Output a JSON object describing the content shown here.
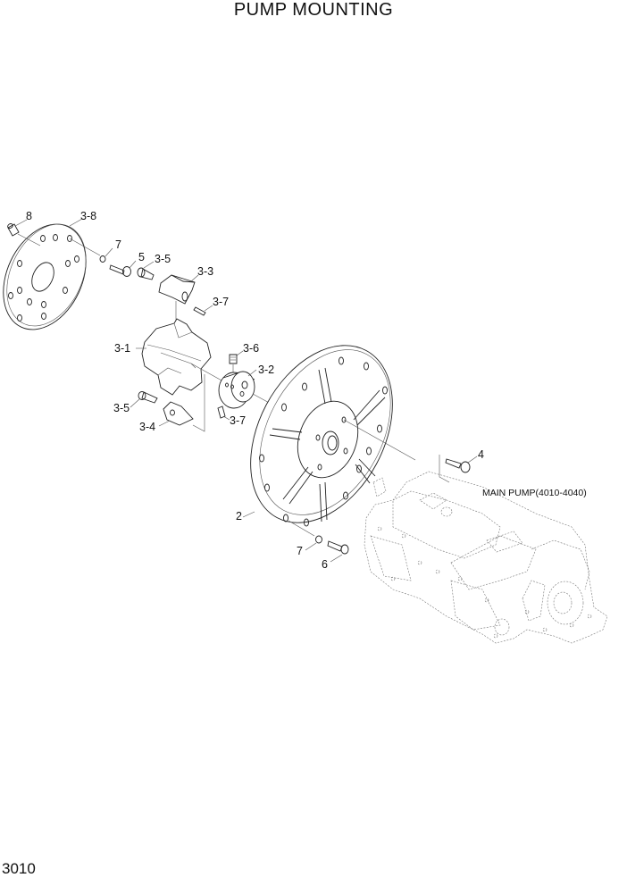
{
  "page": {
    "title": "PUMP MOUNTING",
    "page_number": "3010"
  },
  "callouts": [
    {
      "id": "8",
      "label": "8"
    },
    {
      "id": "3-8",
      "label": "3-8"
    },
    {
      "id": "7a",
      "label": "7"
    },
    {
      "id": "5",
      "label": "5"
    },
    {
      "id": "3-5a",
      "label": "3-5"
    },
    {
      "id": "3-3",
      "label": "3-3"
    },
    {
      "id": "3-7a",
      "label": "3-7"
    },
    {
      "id": "3-1",
      "label": "3-1"
    },
    {
      "id": "3-6",
      "label": "3-6"
    },
    {
      "id": "3-2",
      "label": "3-2"
    },
    {
      "id": "3-5b",
      "label": "3-5"
    },
    {
      "id": "3-7b",
      "label": "3-7"
    },
    {
      "id": "3-4",
      "label": "3-4"
    },
    {
      "id": "4",
      "label": "4"
    },
    {
      "id": "2",
      "label": "2"
    },
    {
      "id": "7b",
      "label": "7"
    },
    {
      "id": "6",
      "label": "6"
    }
  ],
  "main_pump": {
    "label": "MAIN PUMP(4010-4040)"
  }
}
